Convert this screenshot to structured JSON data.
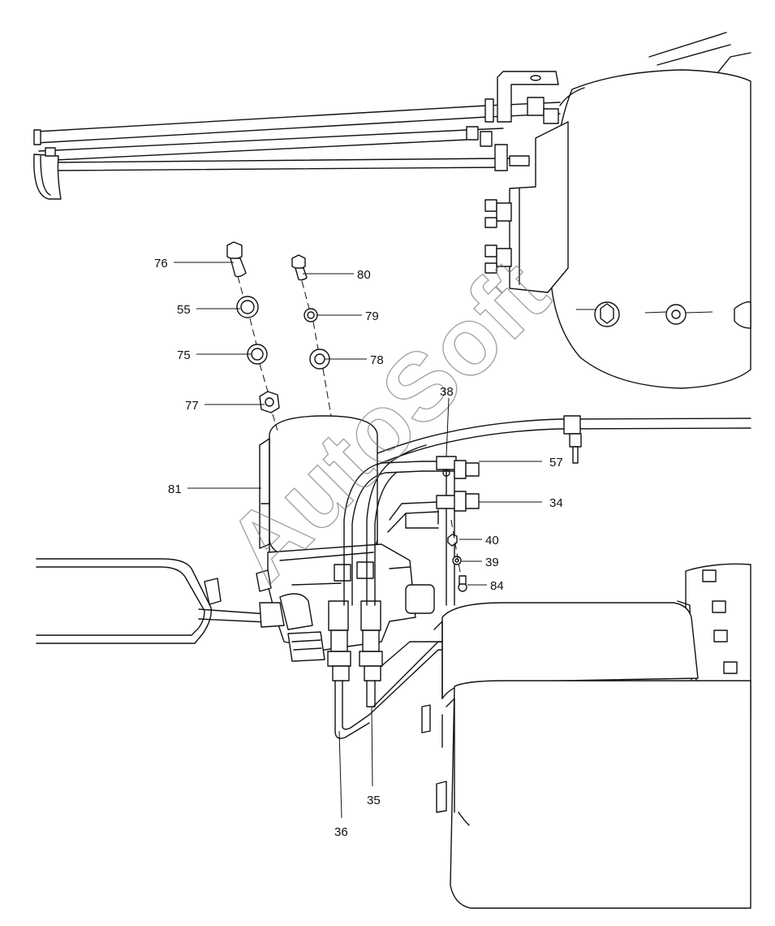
{
  "diagram": {
    "watermark": "AutoSoft",
    "callouts": [
      {
        "id": "76",
        "label": "76"
      },
      {
        "id": "80",
        "label": "80"
      },
      {
        "id": "55",
        "label": "55"
      },
      {
        "id": "79",
        "label": "79"
      },
      {
        "id": "75",
        "label": "75"
      },
      {
        "id": "78",
        "label": "78"
      },
      {
        "id": "77",
        "label": "77"
      },
      {
        "id": "38",
        "label": "38"
      },
      {
        "id": "57",
        "label": "57"
      },
      {
        "id": "81",
        "label": "81"
      },
      {
        "id": "34",
        "label": "34"
      },
      {
        "id": "40",
        "label": "40"
      },
      {
        "id": "39",
        "label": "39"
      },
      {
        "id": "84",
        "label": "84"
      },
      {
        "id": "35",
        "label": "35"
      },
      {
        "id": "36",
        "label": "36"
      }
    ]
  }
}
